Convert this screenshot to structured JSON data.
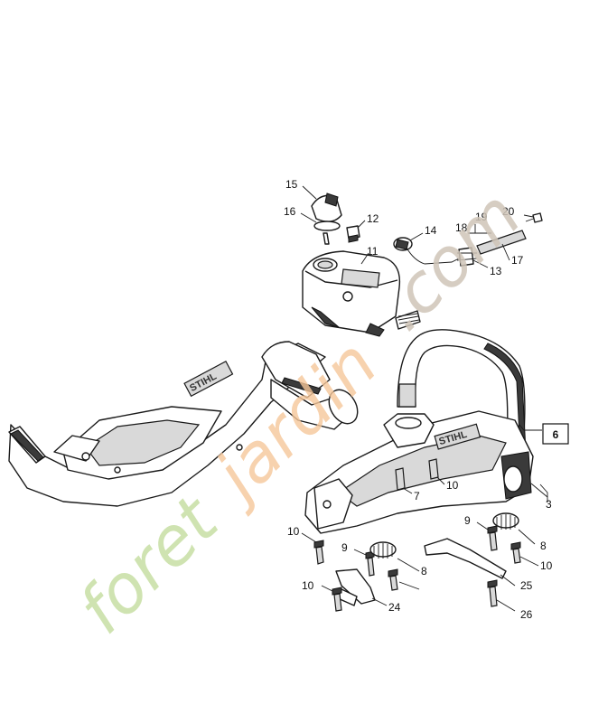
{
  "watermark": {
    "part1": "foret",
    "part2": "jardin",
    "part3": ".com"
  },
  "brand": "STIHL",
  "highlighted_part": "6",
  "callouts": [
    "15",
    "16",
    "12",
    "14",
    "11",
    "20",
    "19",
    "18",
    "17",
    "13",
    "3",
    "7",
    "10",
    "9",
    "8",
    "10",
    "25",
    "26",
    "9",
    "8",
    "10",
    "10",
    "24"
  ]
}
